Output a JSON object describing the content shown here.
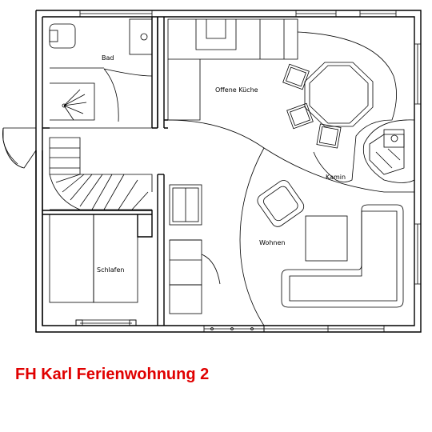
{
  "title": "FH Karl Ferienwohnung 2",
  "colors": {
    "title": "#e00000",
    "lines": "#000000",
    "background": "#ffffff"
  },
  "rooms": {
    "bad": "Bad",
    "kueche": "Offene Küche",
    "kamin": "Kamin",
    "wohnen": "Wohnen",
    "schlafen": "Schlafen"
  }
}
